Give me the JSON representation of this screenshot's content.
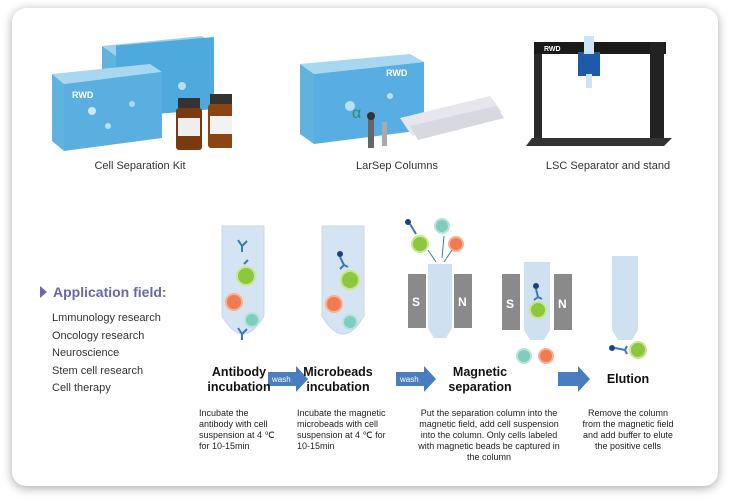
{
  "products": [
    {
      "caption": "Cell Separation Kit",
      "brand": "RWD"
    },
    {
      "caption": "LarSep Columns",
      "brand": "RWD"
    },
    {
      "caption": "LSC Separator and stand",
      "brand": "RWD"
    }
  ],
  "application": {
    "title": "Application field:",
    "items": [
      "Lmmunology research",
      "Oncology research",
      "Neuroscience",
      "Stem cell research",
      "Cell therapy"
    ]
  },
  "steps": [
    {
      "title": "Antibody incubation",
      "desc": "Incubate the antibody with cell suspension at 4 ℃ for 10-15min"
    },
    {
      "title": "Microbeads incubation",
      "desc": "Incubate the magnetic microbeads with cell suspension at 4 ℃ for 10-15min"
    },
    {
      "title": "Magnetic separation",
      "desc": "Put the separation column into the magnetic field, add cell suspension into the column. Only cells labeled with magnetic beads be captured in the column"
    },
    {
      "title": "Elution",
      "desc": "Remove the column from the magnetic field and add buffer to elute the positive cells"
    }
  ],
  "arrows": [
    "wash",
    "wash",
    ""
  ],
  "magnet_labels": [
    "S",
    "N"
  ],
  "colors": {
    "accent": "#6a66a8",
    "arrow": "#4a7cc0",
    "cell_green": "#8dc63f",
    "cell_orange": "#f07b52",
    "cell_teal": "#7fcdbf",
    "tube": "#cfe0f1",
    "magnet": "#8a8a8a"
  }
}
